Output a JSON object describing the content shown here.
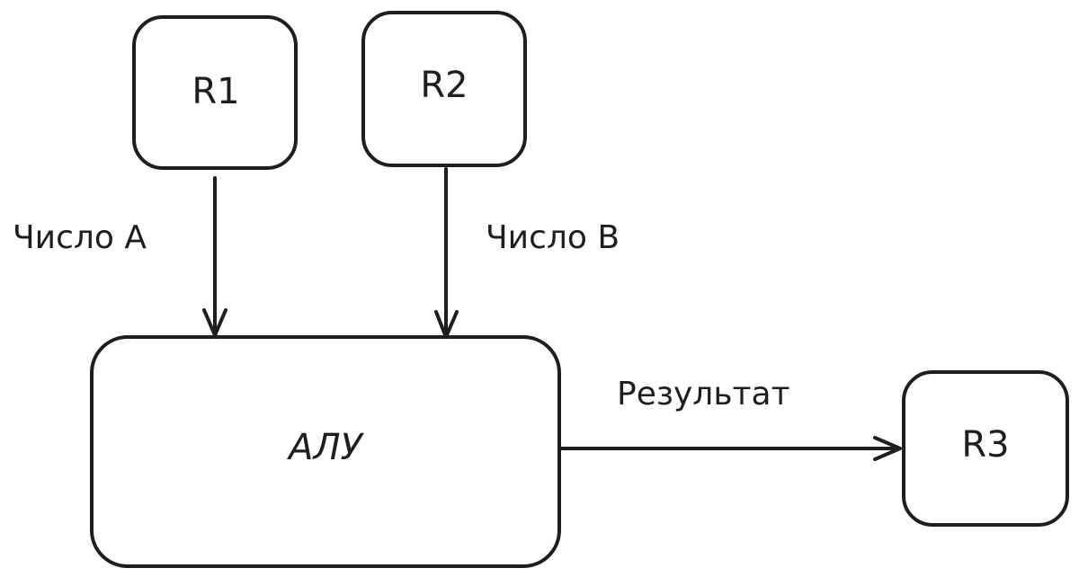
{
  "diagram": {
    "nodes": {
      "r1": {
        "label": "R1"
      },
      "r2": {
        "label": "R2"
      },
      "r3": {
        "label": "R3"
      },
      "alu": {
        "label": "АЛУ"
      }
    },
    "edges": {
      "r1_to_alu": {
        "label": "Число A"
      },
      "r2_to_alu": {
        "label": "Число B"
      },
      "alu_to_r3": {
        "label": "Результат"
      }
    }
  }
}
